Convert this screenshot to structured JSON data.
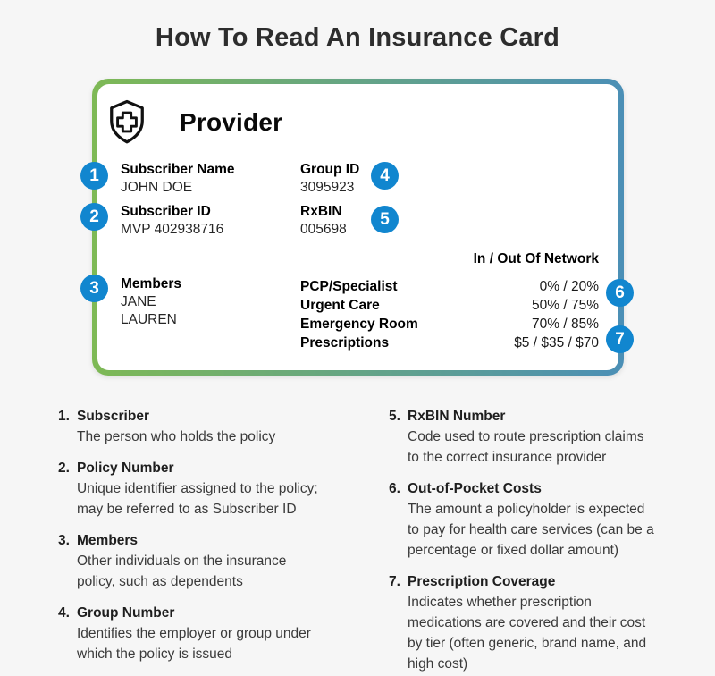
{
  "page": {
    "title": "How To Read An Insurance Card"
  },
  "colors": {
    "accent_blue": "#1186cf",
    "gradient_green": "#7eb955",
    "gradient_blue": "#4b8fb6",
    "page_bg": "#f6f6f6",
    "card_bg": "#ffffff"
  },
  "card": {
    "provider_label": "Provider",
    "shield_icon": "shield-with-medical-cross",
    "fields": {
      "subscriber_name": {
        "label": "Subscriber Name",
        "value": "JOHN DOE"
      },
      "subscriber_id": {
        "label": "Subscriber ID",
        "value": "MVP 402938716"
      },
      "members": {
        "label": "Members",
        "values": [
          "JANE",
          "LAUREN"
        ]
      },
      "group_id": {
        "label": "Group ID",
        "value": "3095923"
      },
      "rxbin": {
        "label": "RxBIN",
        "value": "005698"
      }
    },
    "network": {
      "header": "In / Out Of Network",
      "rows": [
        {
          "label": "PCP/Specialist",
          "value": "0% / 20%"
        },
        {
          "label": "Urgent Care",
          "value": "50% / 75%"
        },
        {
          "label": "Emergency Room",
          "value": "70% / 85%"
        },
        {
          "label": "Prescriptions",
          "value": "$5 / $35 / $70"
        }
      ]
    },
    "markers": [
      "1",
      "2",
      "3",
      "4",
      "5",
      "6",
      "7"
    ]
  },
  "legend": {
    "left": [
      {
        "num": "1.",
        "title": "Subscriber",
        "desc": "The person who holds the policy"
      },
      {
        "num": "2.",
        "title": "Policy Number",
        "desc": "Unique identifier assigned to the policy;\nmay be referred to as Subscriber ID"
      },
      {
        "num": "3.",
        "title": "Members",
        "desc": "Other individuals on the insurance\npolicy, such as dependents"
      },
      {
        "num": "4.",
        "title": "Group Number",
        "desc": "Identifies the employer or group under\nwhich the policy is issued"
      }
    ],
    "right": [
      {
        "num": "5.",
        "title": "RxBIN Number",
        "desc": "Code used to route prescription claims\nto the correct insurance provider"
      },
      {
        "num": "6.",
        "title": "Out-of-Pocket Costs",
        "desc": "The amount a policyholder is expected\nto pay for health care services (can be a\npercentage or fixed dollar amount)"
      },
      {
        "num": "7.",
        "title": "Prescription Coverage",
        "desc": "Indicates whether prescription\nmedications are covered and their cost\nby tier (often generic, brand name, and\nhigh cost)"
      }
    ]
  }
}
